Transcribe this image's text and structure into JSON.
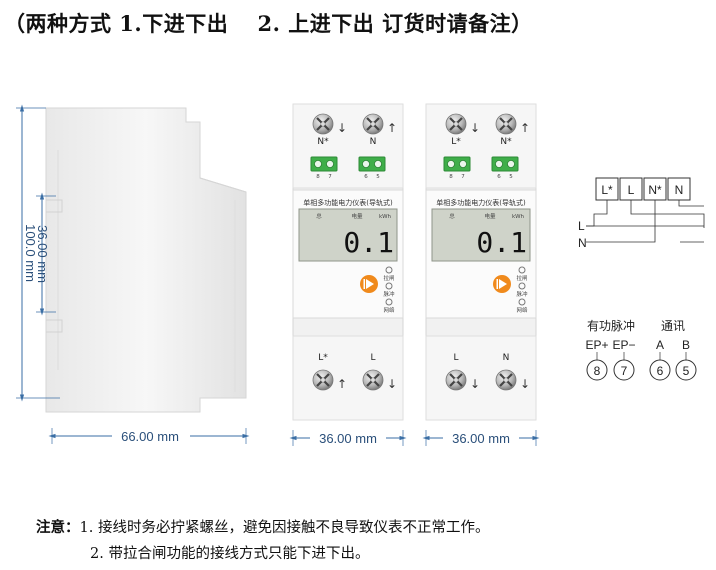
{
  "title": "（两种方式 1.下进下出　 2.  上进下出  订货时请备注）",
  "side_view": {
    "height_dim_outer": "100.0 mm",
    "height_dim_inner": "36.00 mm",
    "width_dim": "66.00 mm"
  },
  "meter_left": {
    "top_terminals": [
      "N*",
      "N"
    ],
    "top_pins": [
      "8",
      "7",
      "6",
      "5"
    ],
    "panel_title": "单相多功能电力仪表(导轨式)",
    "lcd_header": [
      "总",
      "电量",
      "kWh"
    ],
    "lcd_value": "0.1",
    "indicators": [
      "拉闸",
      "脉冲",
      "网络"
    ],
    "bottom_terminals": [
      "L*",
      "L"
    ],
    "width_dim": "36.00 mm"
  },
  "meter_right": {
    "top_terminals": [
      "L*",
      "N*"
    ],
    "top_pins": [
      "8",
      "7",
      "6",
      "5"
    ],
    "panel_title": "单相多功能电力仪表(导轨式)",
    "lcd_header": [
      "总",
      "电量",
      "kWh"
    ],
    "lcd_value": "0.1",
    "indicators": [
      "拉闸",
      "脉冲",
      "网络"
    ],
    "bottom_terminals": [
      "L",
      "N"
    ],
    "width_dim": "36.00 mm"
  },
  "wiring": {
    "terminals": [
      "L*",
      "L",
      "N*",
      "N"
    ],
    "lines": [
      "L",
      "N"
    ]
  },
  "pulse_comm": {
    "group1_title": "有功脉冲",
    "group1_labels": [
      "EP+",
      "EP−"
    ],
    "group1_pins": [
      "8",
      "7"
    ],
    "group2_title": "通讯",
    "group2_labels": [
      "A",
      "B"
    ],
    "group2_pins": [
      "6",
      "5"
    ]
  },
  "notes": {
    "prefix": "注意：",
    "line1": "1. 接线时务必拧紧螺丝，避免因接触不良导致仪表不正常工作。",
    "line2": "2. 带拉合闸功能的接线方式只能下进下出。"
  },
  "colors": {
    "dimension": "#3a6ea5",
    "terminal_green": "#3fae49",
    "lcd": "#cfd3c9",
    "button_orange": "#f08a1c"
  }
}
